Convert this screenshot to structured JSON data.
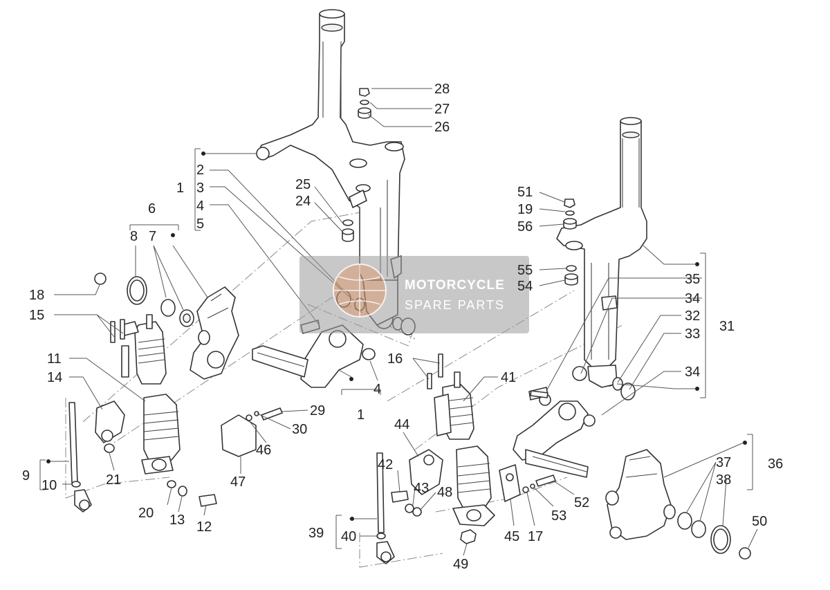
{
  "diagram": {
    "labels": [
      "1",
      "2",
      "3",
      "4",
      "5",
      "6",
      "7",
      "8",
      "9",
      "10",
      "11",
      "12",
      "13",
      "14",
      "15",
      "16",
      "17",
      "18",
      "19",
      "20",
      "21",
      "24",
      "25",
      "26",
      "27",
      "28",
      "29",
      "30",
      "31",
      "32",
      "33",
      "34",
      "35",
      "36",
      "37",
      "38",
      "39",
      "40",
      "41",
      "42",
      "43",
      "44",
      "45",
      "46",
      "47",
      "48",
      "49",
      "50",
      "51",
      "52",
      "53",
      "54",
      "55",
      "56"
    ],
    "second_labels": {
      "1": "1",
      "4": "4",
      "34": "34"
    }
  },
  "watermark": {
    "line1": "MOTORCYCLE",
    "line2": "SPARE PARTS"
  }
}
